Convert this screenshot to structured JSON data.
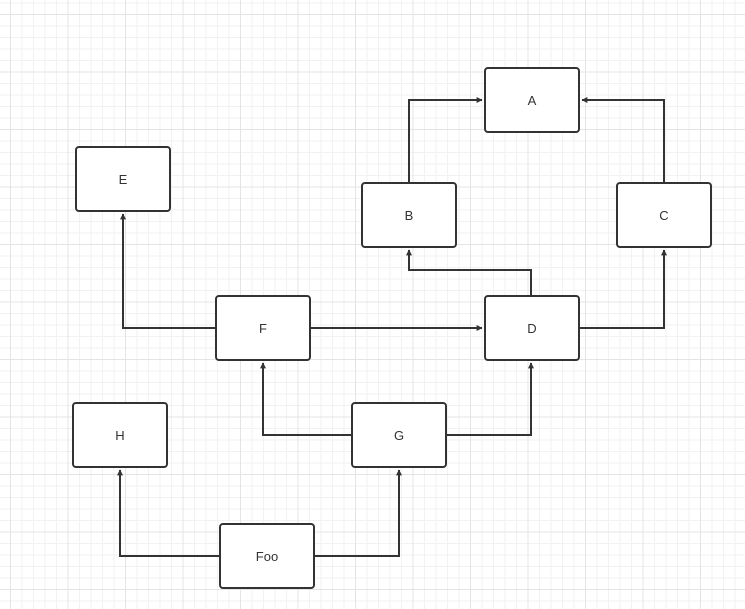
{
  "diagram": {
    "nodes": {
      "a": "A",
      "b": "B",
      "c": "C",
      "d": "D",
      "e": "E",
      "f": "F",
      "g": "G",
      "h": "H",
      "foo": "Foo"
    },
    "edges": [
      {
        "from": "B",
        "to": "A"
      },
      {
        "from": "C",
        "to": "A"
      },
      {
        "from": "D",
        "to": "B"
      },
      {
        "from": "D",
        "to": "C"
      },
      {
        "from": "F",
        "to": "E"
      },
      {
        "from": "F",
        "to": "D"
      },
      {
        "from": "G",
        "to": "F"
      },
      {
        "from": "G",
        "to": "D"
      },
      {
        "from": "Foo",
        "to": "H"
      },
      {
        "from": "Foo",
        "to": "G"
      }
    ],
    "colors": {
      "stroke": "#333333",
      "grid": "#e4e4e4",
      "background": "#ffffff"
    }
  }
}
